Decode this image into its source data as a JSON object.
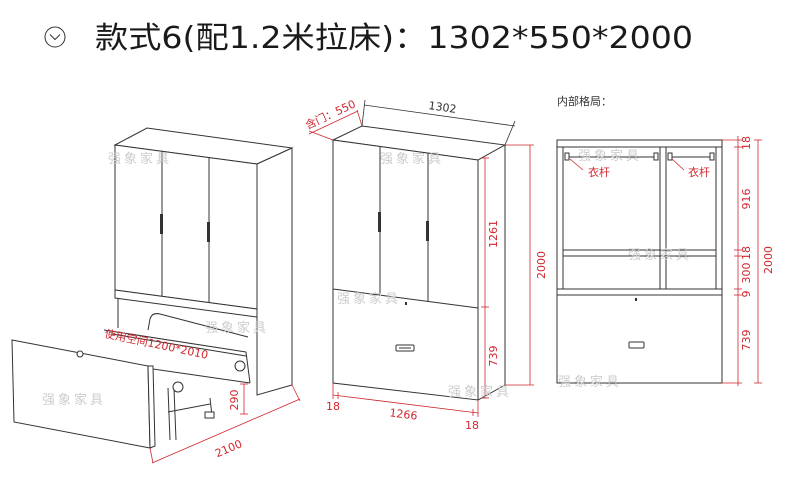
{
  "header": {
    "icon": "circle-chevron-down-icon",
    "title": "款式6(配1.2米拉床)：1302*550*2000"
  },
  "watermark": "强象家具",
  "isometric_view": {
    "usable_space": "使用空间1200*2010",
    "bed_height": "290",
    "bed_length": "2100"
  },
  "front_view": {
    "depth_with_door": "含门：550",
    "width": "1302",
    "upper_height": "1261",
    "total_height": "2000",
    "lower_height": "739",
    "left_panel": "18",
    "inner_width": "1266",
    "right_panel": "18"
  },
  "interior_view": {
    "title": "内部格局：",
    "rod_left": "衣杆",
    "rod_right": "衣杆",
    "top_panel": "18",
    "upper_section": "916",
    "shelf": "18",
    "compartment": "300",
    "gap": "9",
    "lower_section": "739",
    "total_height": "2000"
  },
  "colors": {
    "dimension": "#d0262d",
    "line": "#333333",
    "watermark": "#cdcdcd",
    "title": "#1a1a1a"
  }
}
